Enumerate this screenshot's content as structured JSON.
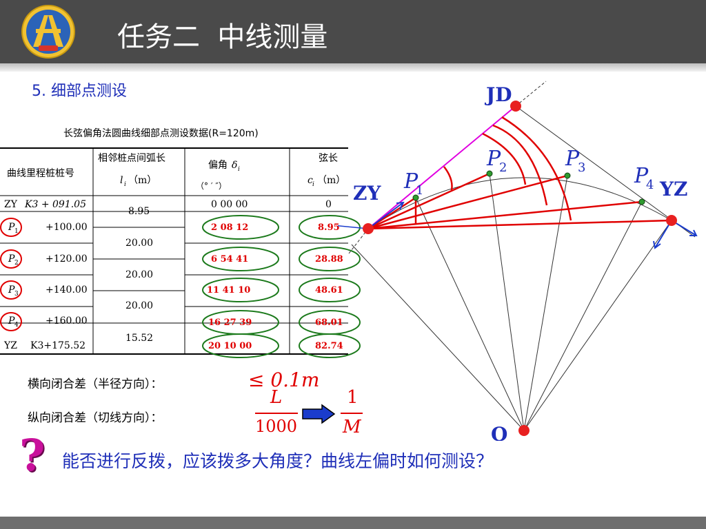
{
  "header": {
    "title": "任务二  中线测量"
  },
  "section_title": "5. 细部点测设",
  "table": {
    "caption": "长弦偏角法圆曲线细部点测设数据(R=120m)",
    "headers": {
      "station": "曲线里程桩桩号",
      "arc": "相邻桩点间弧长",
      "arc_unit": "（m）",
      "arc_symbol": "l",
      "arc_sub": "i",
      "angle": "偏角",
      "angle_symbol": "δ",
      "angle_sub": "i",
      "angle_unit": "（°  ′    ″）",
      "chord": "弦长",
      "chord_symbol": "c",
      "chord_sub": "i",
      "chord_unit": "（m）"
    },
    "rows": [
      {
        "point": "ZY",
        "station": "K3 + 091.05",
        "angle": "0    00    00",
        "chord": "0"
      },
      {
        "point": "P",
        "sub": "1",
        "station": "+100.00",
        "angle": "2    08    12",
        "chord": "8.95"
      },
      {
        "point": "P",
        "sub": "2",
        "station": "+120.00",
        "angle": "6    54    41",
        "chord": "28.88"
      },
      {
        "point": "P",
        "sub": "3",
        "station": "+140.00",
        "angle": "11    41    10",
        "chord": "48.61"
      },
      {
        "point": "P",
        "sub": "4",
        "station": "+160.00",
        "angle": "16    27    39",
        "chord": "68.01"
      },
      {
        "point": "YZ",
        "station": "K3+175.52",
        "angle": "20    10    00",
        "chord": "82.74"
      }
    ],
    "arcs": [
      "8.95",
      "20.00",
      "20.00",
      "20.00",
      "15.52"
    ]
  },
  "closure": {
    "lateral_label": "横向闭合差（半径方向）：",
    "lateral_value": "≤ 0.1m",
    "longitudinal_label": "纵向闭合差（切线方向）：",
    "fraction_left_num": "L",
    "fraction_left_den": "1000",
    "fraction_right_num": "1",
    "fraction_right_den": "M"
  },
  "diagram": {
    "jd": "JD",
    "zy": "ZY",
    "yz": "YZ",
    "o": "O",
    "p1": "P",
    "p1_sub": "1",
    "p2": "P",
    "p2_sub": "2",
    "p3": "P",
    "p3_sub": "3",
    "p4": "P",
    "p4_sub": "4"
  },
  "question": "能否进行反拨，应该拨多大角度？曲线左偏时如何测设？",
  "colors": {
    "header_bg": "#4a4a4a",
    "accent_blue": "#1f2fb8",
    "red": "#e00000",
    "green": "#1c7a1c",
    "magenta": "#e000e0",
    "arrow_blue": "#1a3ccc"
  }
}
